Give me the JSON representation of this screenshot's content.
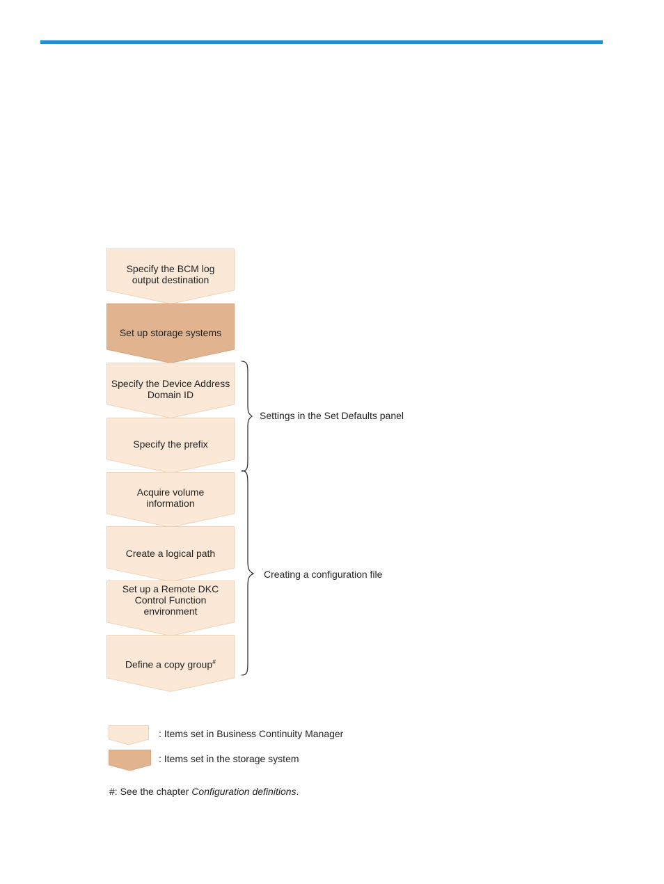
{
  "colors": {
    "rule": "#1e8ed8",
    "bcm_fill": "#fbe8d7",
    "bcm_stroke": "#ecd3bd",
    "storage_fill": "#e1b48f",
    "storage_stroke": "#d5a47e"
  },
  "steps": [
    {
      "lines": [
        "Specify the BCM log",
        "output destination"
      ],
      "kind": "bcm"
    },
    {
      "lines": [
        "Set up storage systems"
      ],
      "kind": "storage"
    },
    {
      "lines": [
        "Specify the Device Address",
        "Domain ID"
      ],
      "kind": "bcm"
    },
    {
      "lines": [
        "Specify the prefix"
      ],
      "kind": "bcm"
    },
    {
      "lines": [
        "Acquire volume",
        "information"
      ],
      "kind": "bcm"
    },
    {
      "lines": [
        "Create a logical path"
      ],
      "kind": "bcm"
    },
    {
      "lines": [
        "Set up a Remote DKC",
        "Control Function",
        "environment"
      ],
      "kind": "bcm"
    },
    {
      "lines": [
        "Define a copy group"
      ],
      "sup": "#",
      "kind": "bcm"
    }
  ],
  "braces": {
    "set_defaults": "Settings in the Set Defaults panel",
    "config_file": "Creating a configuration file"
  },
  "legend": {
    "bcm": ": Items set in Business Continuity Manager",
    "storage": ": Items set in the storage system"
  },
  "footnote": {
    "prefix": "#: See the chapter ",
    "title": "Configuration definitions",
    "suffix": "."
  }
}
